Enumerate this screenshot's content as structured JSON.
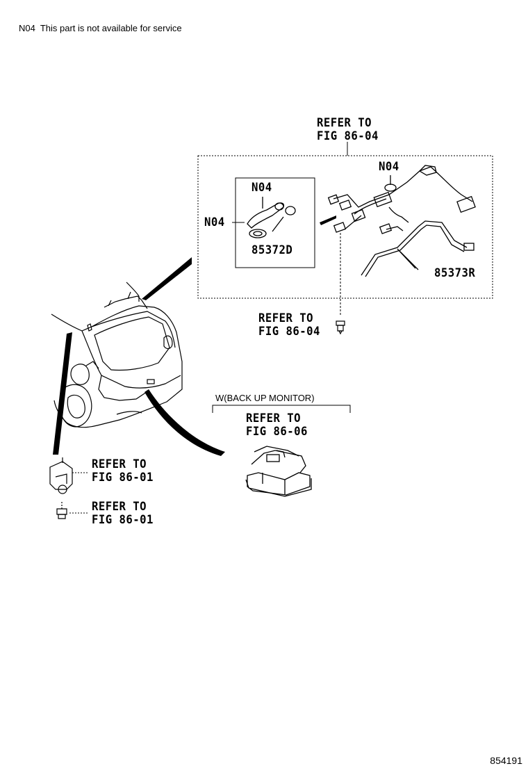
{
  "header": {
    "note": "N04  This part is not available for service"
  },
  "callouts": {
    "refer_top_line1": "REFER TO",
    "refer_top_line2": "FIG 86-04",
    "n04_top": "N04",
    "n04_inset": "N04",
    "n04_left": "N04",
    "part_85372d": "85372D",
    "part_85373r": "85373R",
    "refer_bolt_line1": "REFER TO",
    "refer_bolt_line2": "FIG 86-04",
    "backup_monitor_label": "W(BACK UP MONITOR)",
    "refer_camera_line1": "REFER TO",
    "refer_camera_line2": "FIG 86-06",
    "refer_bracket_line1": "REFER TO",
    "refer_bracket_line2": "FIG 86-01",
    "refer_screw_line1": "REFER TO",
    "refer_screw_line2": "FIG 86-01"
  },
  "figure_id": "854191"
}
